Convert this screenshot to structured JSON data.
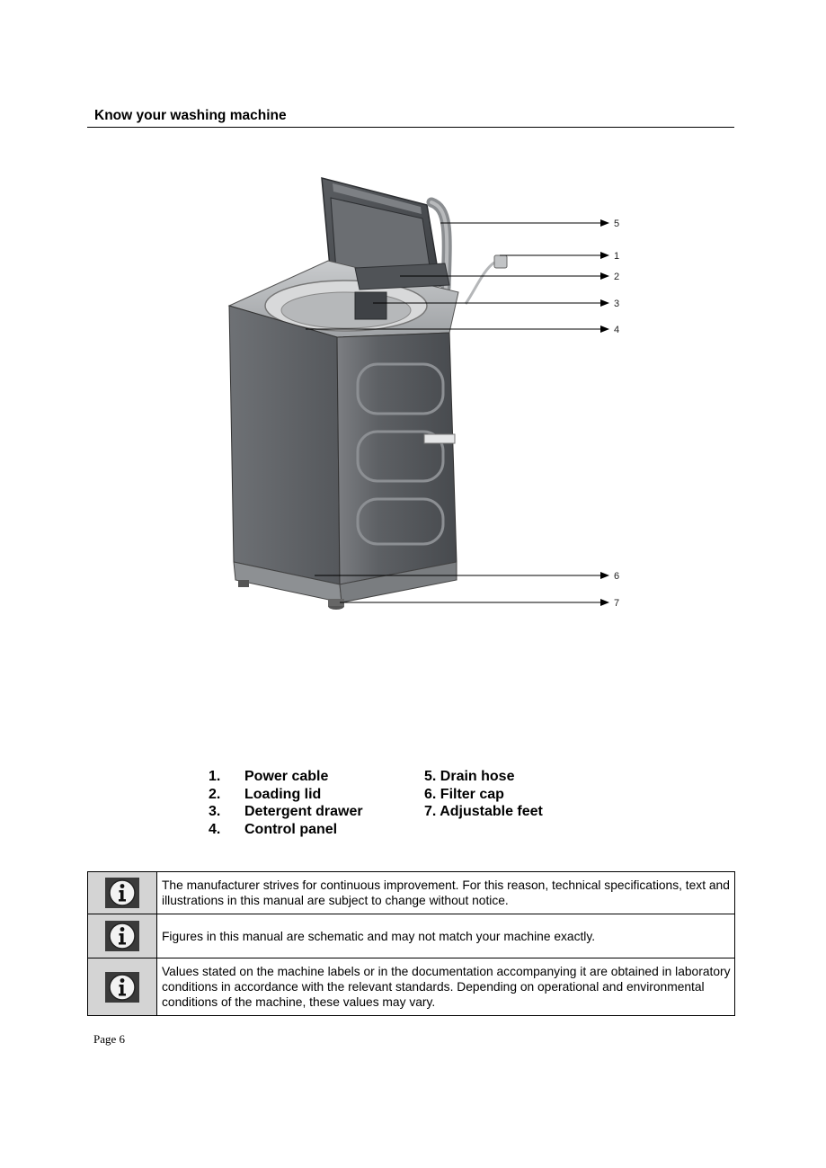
{
  "heading": "Know your washing machine",
  "figure": {
    "callouts": [
      "5",
      "1",
      "2",
      "3",
      "4",
      "6",
      "7"
    ]
  },
  "parts": [
    {
      "num": "1.",
      "label": "Power cable",
      "right": "5. Drain hose"
    },
    {
      "num": "2.",
      "label": "Loading lid",
      "right": "6. Filter cap"
    },
    {
      "num": "3.",
      "label": "Detergent drawer",
      "right": "7. Adjustable feet"
    },
    {
      "num": "4.",
      "label": "Control panel",
      "right": ""
    }
  ],
  "notes": [
    {
      "icon": "info-icon",
      "text": "The manufacturer  strives for continuous improvement. For this reason, technical specifications, text and illustrations in this manual are subject to change without notice."
    },
    {
      "icon": "info-icon",
      "text": "Figures in this manual are schematic and may not match your machine exactly."
    },
    {
      "icon": "info-icon",
      "text": "Values stated on the machine labels or in the documentation accompanying it are obtained in laboratory conditions in accordance with the relevant standards. Depending on operational and environmental conditions of the machine, these values may vary."
    }
  ],
  "page_label": "Page 6"
}
